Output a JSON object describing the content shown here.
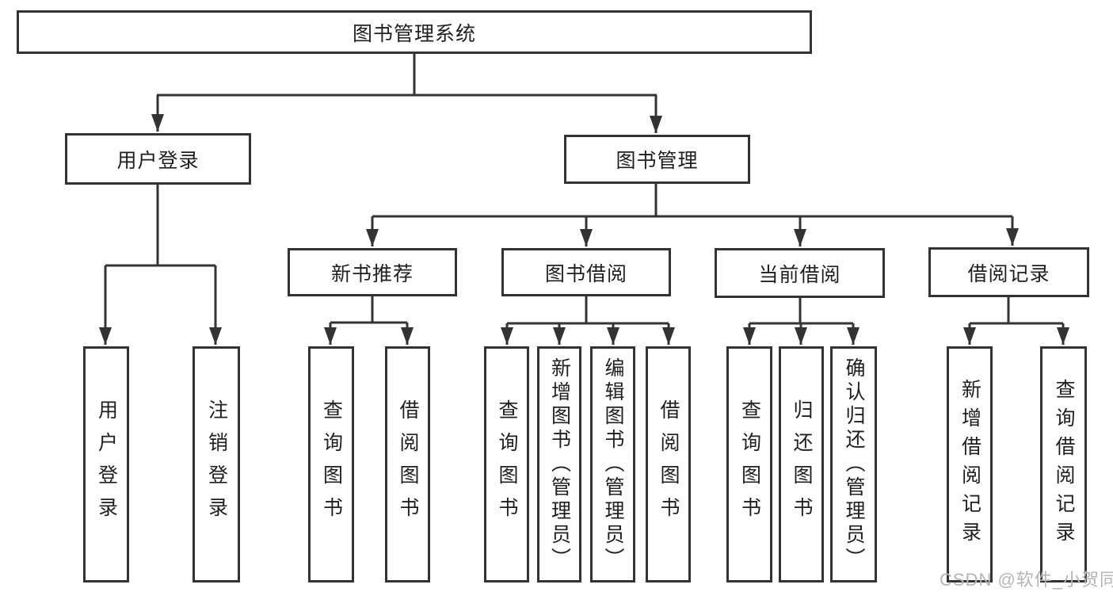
{
  "diagram": {
    "title": "图书管理系统",
    "watermark": "CSDN @软件_小贺同学",
    "colors": {
      "line": "#333333",
      "box_border": "#333333",
      "text": "#1f1f1f",
      "background": "#ffffff",
      "watermark": "#b5b5b5"
    },
    "root": {
      "label": "图书管理系统"
    },
    "branches": [
      {
        "label": "用户登录",
        "children": [
          {
            "label": "用户登录"
          },
          {
            "label": "注销登录"
          }
        ]
      },
      {
        "label": "图书管理",
        "children": [
          {
            "label": "新书推荐",
            "children": [
              {
                "label": "查询图书"
              },
              {
                "label": "借阅图书"
              }
            ]
          },
          {
            "label": "图书借阅",
            "children": [
              {
                "label": "查询图书"
              },
              {
                "label": "新增图书（管理员）"
              },
              {
                "label": "编辑图书（管理员）"
              },
              {
                "label": "借阅图书"
              }
            ]
          },
          {
            "label": "当前借阅",
            "children": [
              {
                "label": "查询图书"
              },
              {
                "label": "归还图书"
              },
              {
                "label": "确认归还（管理员）"
              }
            ]
          },
          {
            "label": "借阅记录",
            "children": [
              {
                "label": "新增借阅记录"
              },
              {
                "label": "查询借阅记录"
              }
            ]
          }
        ]
      }
    ]
  }
}
